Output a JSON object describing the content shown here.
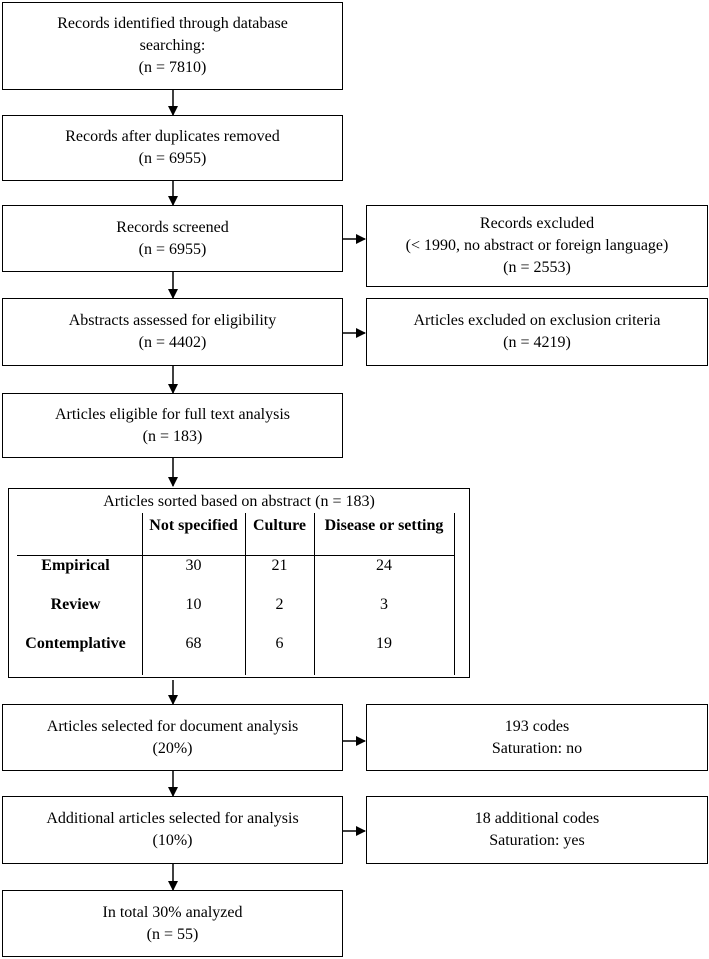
{
  "boxes": {
    "identified": {
      "line1": "Records identified through database",
      "line2": "searching:",
      "line3": "(n = 7810)"
    },
    "duplicates": {
      "line1": "Records after duplicates removed",
      "line2": "(n = 6955)"
    },
    "screened": {
      "line1": "Records screened",
      "line2": "(n = 6955)"
    },
    "excluded": {
      "line1": "Records excluded",
      "line2": "(< 1990, no abstract or foreign language)",
      "line3": "(n = 2553)"
    },
    "abstracts": {
      "line1": "Abstracts assessed for eligibility",
      "line2": "(n = 4402)"
    },
    "articles_excluded": {
      "line1": "Articles excluded on exclusion criteria",
      "line2": "(n = 4219)"
    },
    "eligible": {
      "line1": "Articles eligible for full text analysis",
      "line2": "(n = 183)"
    },
    "document_analysis": {
      "line1": "Articles selected for document analysis",
      "line2": "(20%)"
    },
    "codes": {
      "line1": "193 codes",
      "line2": "Saturation: no"
    },
    "additional": {
      "line1": "Additional articles selected for analysis",
      "line2": "(10%)"
    },
    "additional_codes": {
      "line1": "18 additional codes",
      "line2": "Saturation: yes"
    },
    "total": {
      "line1": "In total 30% analyzed",
      "line2": "(n = 55)"
    }
  },
  "table": {
    "caption": "Articles sorted based on abstract (n = 183)",
    "columns": [
      "Not specified",
      "Culture",
      "Disease or setting"
    ],
    "rows": [
      {
        "label": "Empirical",
        "values": [
          "30",
          "21",
          "24"
        ]
      },
      {
        "label": "Review",
        "values": [
          "10",
          "2",
          "3"
        ]
      },
      {
        "label": "Contemplative",
        "values": [
          "68",
          "6",
          "19"
        ]
      }
    ]
  }
}
